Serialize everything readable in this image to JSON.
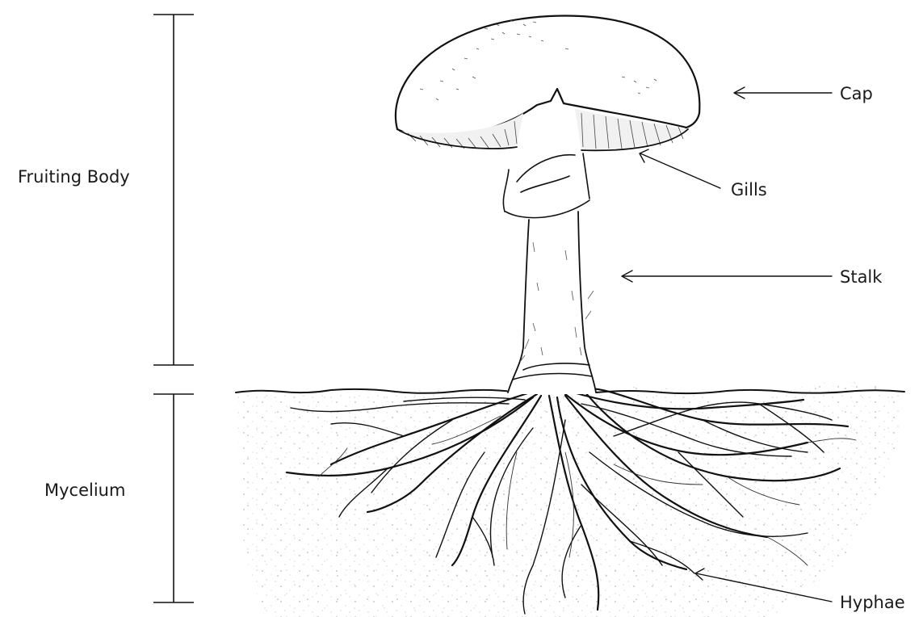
{
  "diagram": {
    "sections": [
      {
        "id": "fruiting-body",
        "label": "Fruiting Body"
      },
      {
        "id": "mycelium",
        "label": "Mycelium"
      }
    ],
    "parts": [
      {
        "id": "cap",
        "label": "Cap"
      },
      {
        "id": "gills",
        "label": "Gills"
      },
      {
        "id": "stalk",
        "label": "Stalk"
      },
      {
        "id": "hyphae",
        "label": "Hyphae"
      }
    ]
  }
}
